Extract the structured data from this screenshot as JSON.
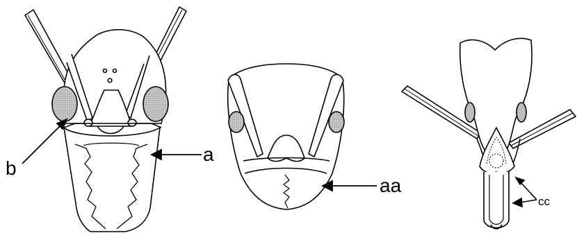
{
  "figure": {
    "labels": {
      "b": "b",
      "a": "a",
      "aa": "aa",
      "cc": "cc"
    },
    "colors": {
      "line": "#000000",
      "eye_fill": "#b8b8b8",
      "background": "#ffffff"
    }
  }
}
